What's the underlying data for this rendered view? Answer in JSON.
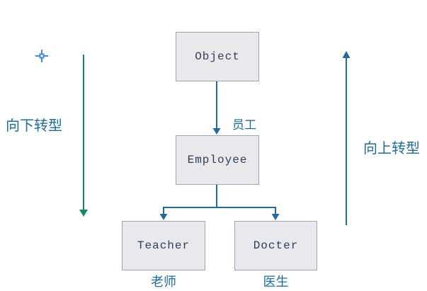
{
  "diagram": {
    "nodes": [
      {
        "id": "object",
        "label": "Object"
      },
      {
        "id": "employee",
        "label": "Employee"
      },
      {
        "id": "teacher",
        "label": "Teacher"
      },
      {
        "id": "docter",
        "label": "Docter"
      }
    ],
    "annotations": {
      "downcast_label": "向下转型",
      "upcast_label": "向上转型",
      "employee_cn": "员工",
      "teacher_cn": "老师",
      "docter_cn": "医生"
    },
    "icons": {
      "cursor": "crosshair-cursor-icon"
    },
    "colors": {
      "connector_blue": "#24699e",
      "downcast_green": "#0e8a6d",
      "label_blue": "#1d6d96",
      "node_fill": "#e9e9ed",
      "node_border": "#9aa7b8",
      "node_text": "#2e3e59",
      "cursor_blue": "#4a86d8"
    }
  }
}
